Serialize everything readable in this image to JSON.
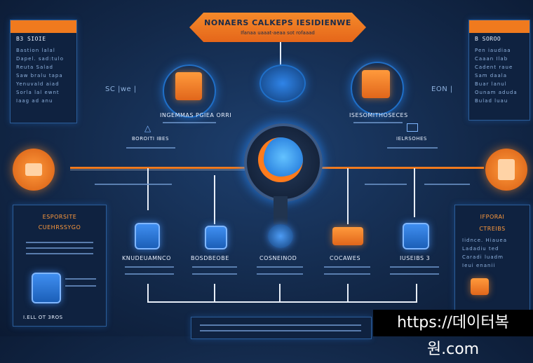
{
  "title": {
    "line1": "NONAERS CALKEPS IESIDIENWE",
    "line2": "Ifanaa uaaat-aeaa sot rofaaad"
  },
  "top_left_panel": {
    "heading": "B3 SIOIE",
    "rows": [
      "Bastion lalal",
      "Dapel. sad:tulo",
      "Reuta Salad",
      "Saw bralu tapa",
      "Yenuvald aiad",
      "Sorla lal ewnt",
      "Iaag ad anu"
    ]
  },
  "top_right_panel": {
    "heading": "B SOROO",
    "rows": [
      "Pen iaudiaa",
      "Caaan Ilab",
      "Cadent raue",
      "Sam daala",
      "Buar lanul",
      "Ounam aduda",
      "Bulad luau"
    ]
  },
  "left_mid_label": "SC |we |",
  "right_mid_label": "EON |",
  "top_left_node_label": "INGEMMAS PGIEA ORRI",
  "top_right_node_label": "ISESOMITHOSECES",
  "small_left_label": "BOROITI IBES",
  "small_right_label": "IELRSOHES",
  "bottom_left_panel": {
    "heading1": "ESPORSITE",
    "heading2": "CUEHRSSYGO",
    "footer": "I.ELL OT 3ROS"
  },
  "bottom_right_panel": {
    "heading1": "IFPORAI",
    "heading2": "CTREIBS",
    "rows": [
      "Iidnce. Hiauea",
      "Ladadiu ted",
      "Caradi luadm",
      "Ieui enanii"
    ]
  },
  "bottom_nodes": [
    {
      "label": "KNUDEUAMNCO"
    },
    {
      "label": "BOSDBEOBE"
    },
    {
      "label": "COSNEINOD"
    },
    {
      "label": "COCAWES"
    },
    {
      "label": "IUSEIBS 3"
    }
  ],
  "watermark": "https://데이터복원.com"
}
